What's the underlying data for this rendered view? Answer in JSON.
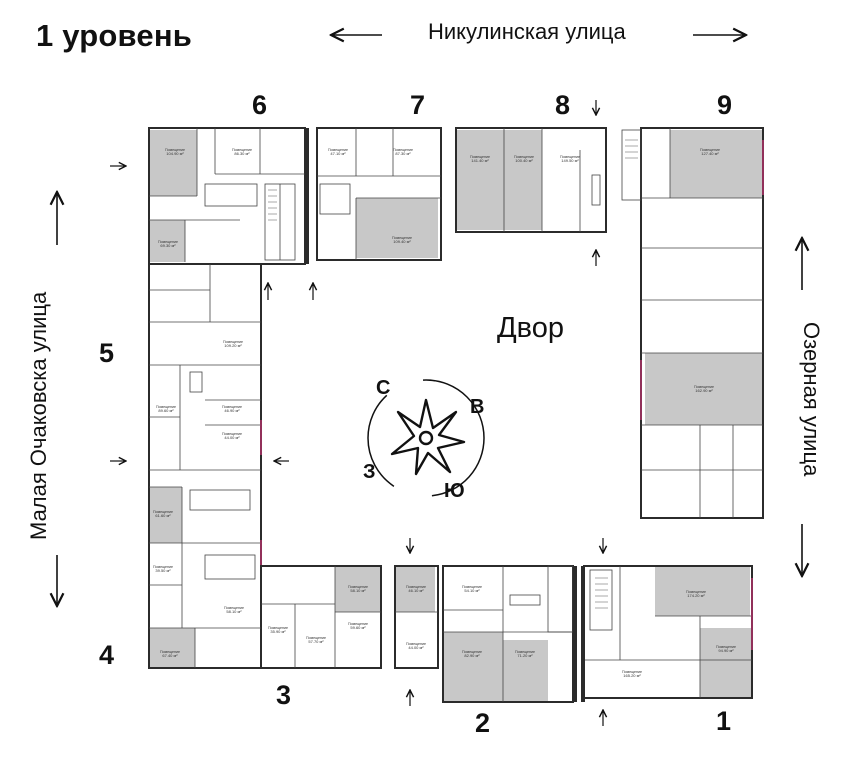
{
  "header": {
    "level_title": "1 уровень"
  },
  "streets": {
    "top": "Никулинская улица",
    "left": "Малая Очаковска улица",
    "right": "Озерная улица"
  },
  "yard_label": "Двор",
  "compass": {
    "north": "С",
    "east": "В",
    "south": "Ю",
    "west": "З"
  },
  "sections": [
    "1",
    "2",
    "3",
    "4",
    "5",
    "6",
    "7",
    "8",
    "9"
  ],
  "premises": {
    "label": "Помещение",
    "areas": [
      "104.90 м²",
      "86.30 м²",
      "47.10 м²",
      "87.30 м²",
      "141.40 м²",
      "100.40 м²",
      "149.50 м²",
      "127.40 м²",
      "69.30 м²",
      "109.40 м²",
      "109.20 м²",
      "162.90 м²",
      "89.60 м²",
      "46.90 м²",
      "44.00 м²",
      "61.60 м²",
      "39.50 м²",
      "58.10 м²",
      "67.40 м²",
      "35.90 м²",
      "57.70 м²",
      "58.10 м²",
      "59.60 м²",
      "46.10 м²",
      "54.10 м²",
      "82.90 м²",
      "71.20 м²",
      "174.20 м²",
      "94.90 м²",
      "165.20 м²"
    ]
  },
  "colors": {
    "walls": "#2b2b2b",
    "shaded": "#c8c8c8",
    "accent": "#d6337a"
  }
}
